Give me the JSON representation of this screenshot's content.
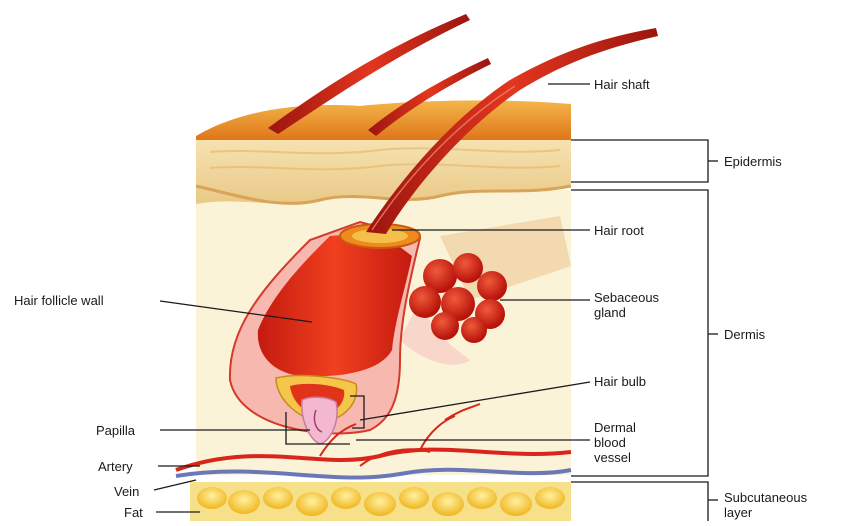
{
  "labels": {
    "hair_shaft": "Hair shaft",
    "epidermis": "Epidermis",
    "hair_root": "Hair root",
    "sebaceous_gland": "Sebaceous\ngland",
    "dermis": "Dermis",
    "hair_follicle_wall": "Hair follicle wall",
    "hair_bulb": "Hair bulb",
    "papilla": "Papilla",
    "dermal_blood_vessel": "Dermal\nblood\nvessel",
    "artery": "Artery",
    "vein": "Vein",
    "fat": "Fat",
    "subcutaneous_layer": "Subcutaneous\nlayer"
  },
  "colors": {
    "hair_red": "#d8261b",
    "hair_dark": "#a3160f",
    "epidermis_orange": "#e98a1e",
    "epidermis_tan": "#f0d9a6",
    "dermis_cream": "#fbf3d8",
    "fat_yellow": "#f4c12a",
    "vein_blue": "#6a78b8",
    "papilla_pink": "#f3b7cf",
    "leader_line": "#1a1a1a"
  }
}
